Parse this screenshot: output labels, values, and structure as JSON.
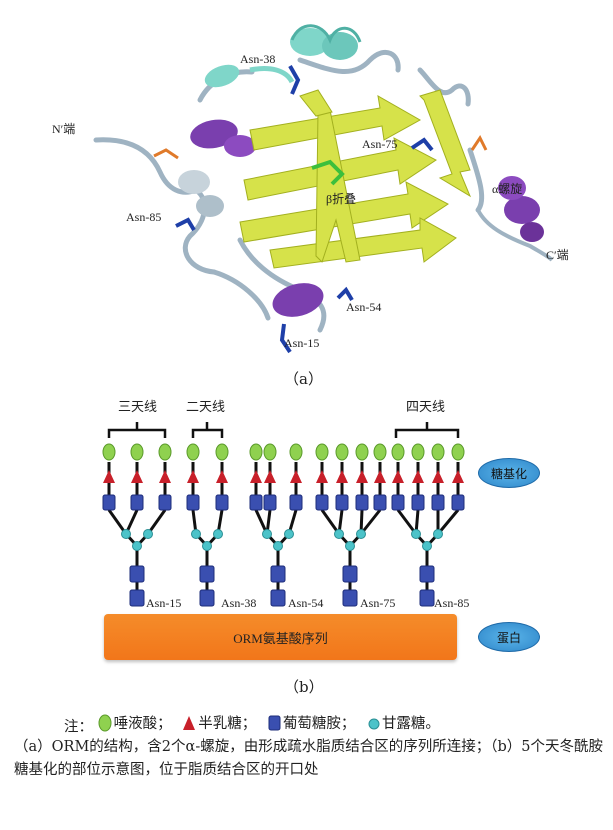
{
  "panel_a": {
    "labels": {
      "n_term": "N′端",
      "c_term": "C′端",
      "asn38": "Asn-38",
      "asn75": "Asn-75",
      "asn85": "Asn-85",
      "asn54": "Asn-54",
      "asn15": "Asn-15",
      "beta": "β折叠",
      "alpha": "α螺旋"
    },
    "sublabel": "（a）"
  },
  "panel_b": {
    "antennae": [
      "三天线",
      "二天线",
      "四天线"
    ],
    "glycosylation_label": "糖基化",
    "protein_label": "蛋白",
    "bar_label": "ORM氨基酸序列",
    "sites": [
      "Asn-15",
      "Asn-38",
      "Asn-54",
      "Asn-75",
      "Asn-85"
    ],
    "sublabel": "（b）"
  },
  "legend": {
    "prefix": "注：",
    "items": [
      "唾液酸；",
      "半乳糖；",
      "葡萄糖胺；",
      "甘露糖。"
    ]
  },
  "caption": "（a）ORM的结构，含2个α-螺旋，由形成疏水脂质结合区的序列所连接；（b）5个天冬酰胺糖基化的部位示意图，位于脂质结合区的开口处",
  "colors": {
    "sialic": "#8fd14f",
    "galactose": "#c8202a",
    "glucosamine": "#3a4fb0",
    "mannose": "#4cc3c9",
    "bar": "#f27f22",
    "ellipse": "#3a95d6",
    "beta_sheet": "#d6e24a",
    "helix": "#7a3fae",
    "cyan_helix": "#7fd6c9"
  }
}
